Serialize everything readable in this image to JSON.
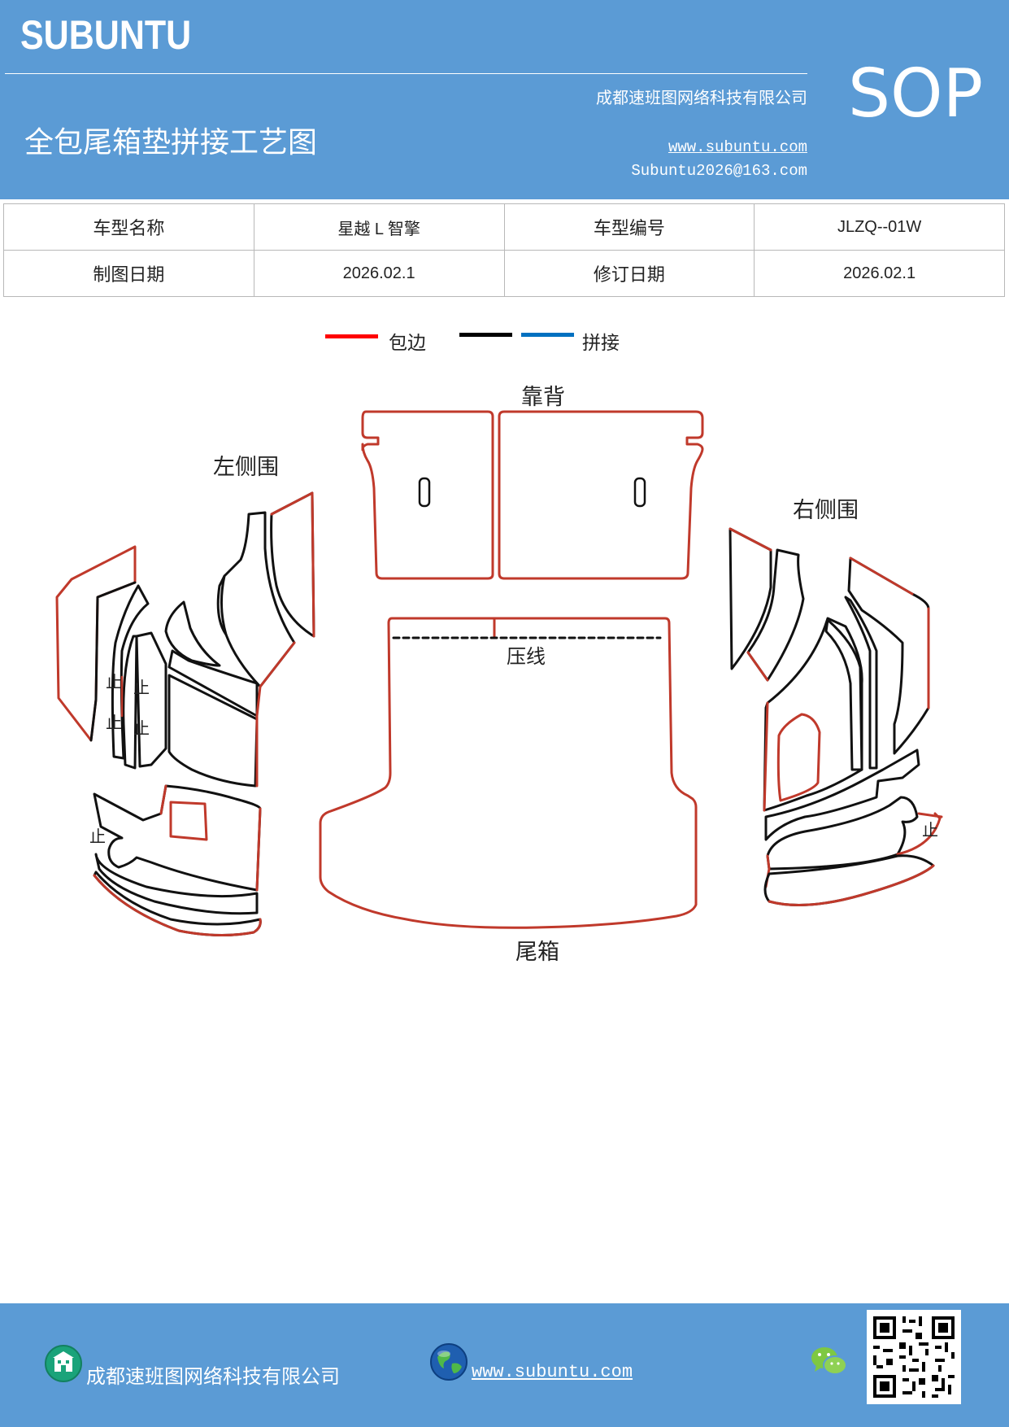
{
  "header": {
    "brand": "SUBUNTU",
    "company": "成都速班图网络科技有限公司",
    "title": "全包尾箱垫拼接工艺图",
    "website": "www.subuntu.com",
    "email": "Subuntu2026@163.com",
    "badge": "SOP"
  },
  "info": {
    "row1": [
      "车型名称",
      "星越 L 智擎",
      "车型编号",
      "JLZQ--01W"
    ],
    "row2": [
      "制图日期",
      "2026.02.1",
      "修订日期",
      "2026.02.1"
    ]
  },
  "legend": {
    "items": [
      {
        "label": "包边",
        "color": "#ff0000"
      },
      {
        "label": "",
        "color": "#000000"
      },
      {
        "label": "拼接",
        "color": "#0070c0"
      }
    ]
  },
  "diagram": {
    "labels": {
      "backrest": "靠背",
      "left_side": "左侧围",
      "right_side": "右侧围",
      "crease": "压线",
      "trunk": "尾箱"
    },
    "stop_mark": "止",
    "colors": {
      "edge": "#c0392b",
      "seam": "#111111"
    }
  },
  "footer": {
    "company": "成都速班图网络科技有限公司",
    "website": "www.subuntu.com "
  }
}
